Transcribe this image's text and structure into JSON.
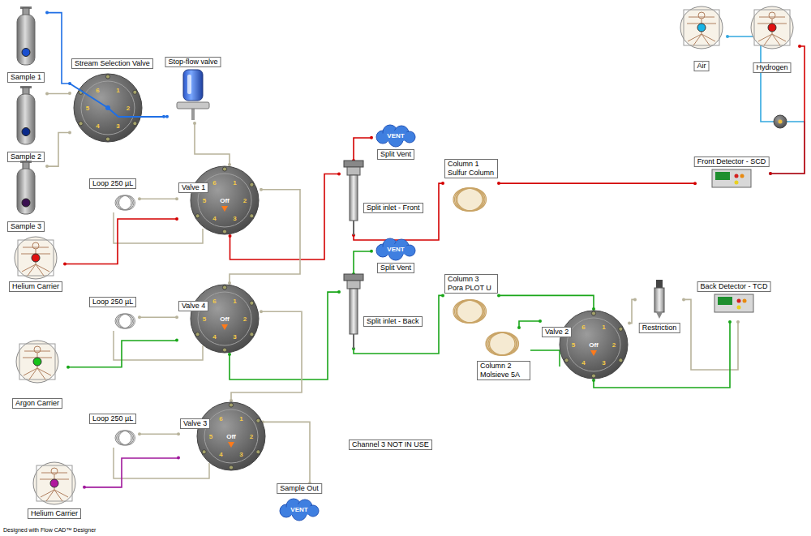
{
  "diagram": {
    "nodes": [
      {
        "text": [
          "Sample 1"
        ]
      },
      {
        "text": [
          "Stream Selection Valve",
          "1",
          "2",
          "3",
          "4",
          "5",
          "6"
        ]
      },
      {
        "text": [
          "Stop-flow valve"
        ]
      },
      {
        "text": [
          "Air"
        ]
      },
      {
        "text": [
          "Hydrogen"
        ]
      },
      {
        "text": [
          "Sample 2"
        ]
      },
      {
        "text": [
          "VENT",
          "Split Vent"
        ]
      },
      {
        "text": [
          "Split inlet - Front"
        ]
      },
      {
        "text": [
          "Column 1 Sulfur Column"
        ]
      },
      {
        "text": [
          "Front Detector - SCD"
        ]
      },
      {
        "text": [
          "Loop 250 µL"
        ]
      },
      {
        "text": [
          "Valve 1",
          "Off",
          "1",
          "2",
          "3",
          "4",
          "5",
          "6"
        ]
      },
      {
        "text": [
          "Sample 3"
        ]
      },
      {
        "text": [
          "Helium Carrier"
        ]
      },
      {
        "text": [
          "VENT",
          "Split Vent"
        ]
      },
      {
        "text": [
          "Split inlet - Back"
        ]
      },
      {
        "text": [
          "Column 3 Pora PLOT U"
        ]
      },
      {
        "text": [
          "Back Detector - TCD"
        ]
      },
      {
        "text": [
          "Restriction"
        ]
      },
      {
        "text": [
          "Loop 250 µL"
        ]
      },
      {
        "text": [
          "Valve 4",
          "Off",
          "1",
          "2",
          "3",
          "4",
          "5",
          "6"
        ]
      },
      {
        "text": [
          "Valve 2",
          "Off",
          "1",
          "2",
          "3",
          "4",
          "5",
          "6"
        ]
      },
      {
        "text": [
          "Column 2 Molsieve 5A"
        ]
      },
      {
        "text": [
          "Argon Carrier"
        ]
      },
      {
        "text": [
          "Loop 250 µL"
        ]
      },
      {
        "text": [
          "Valve 3",
          "Off",
          "1",
          "2",
          "3",
          "4",
          "5",
          "6"
        ]
      },
      {
        "text": [
          "Channel 3 NOT IN USE"
        ]
      },
      {
        "text": [
          "Helium Carrier"
        ]
      },
      {
        "text": [
          "Sample Out",
          "VENT"
        ]
      }
    ],
    "edges": [
      {
        "from": 0,
        "to": 1,
        "arrow": "none"
      },
      {
        "from": 5,
        "to": 1,
        "arrow": "none"
      },
      {
        "from": 12,
        "to": 1,
        "arrow": "none"
      },
      {
        "from": 1,
        "to": 2,
        "arrow": "none"
      },
      {
        "from": 2,
        "to": 11,
        "arrow": "none"
      },
      {
        "from": 10,
        "to": 11,
        "arrow": "none"
      },
      {
        "from": 13,
        "to": 11,
        "arrow": "none"
      },
      {
        "from": 11,
        "to": 7,
        "arrow": "none"
      },
      {
        "from": 11,
        "to": 20,
        "arrow": "none"
      },
      {
        "from": 7,
        "to": 6,
        "arrow": "none"
      },
      {
        "from": 7,
        "to": 8,
        "arrow": "none"
      },
      {
        "from": 8,
        "to": 9,
        "arrow": "none"
      },
      {
        "from": 3,
        "to": 9,
        "arrow": "none"
      },
      {
        "from": 4,
        "to": 9,
        "arrow": "none"
      },
      {
        "from": 19,
        "to": 20,
        "arrow": "none"
      },
      {
        "from": 23,
        "to": 20,
        "arrow": "none"
      },
      {
        "from": 20,
        "to": 15,
        "arrow": "none"
      },
      {
        "from": 20,
        "to": 25,
        "arrow": "none"
      },
      {
        "from": 15,
        "to": 14,
        "arrow": "none"
      },
      {
        "from": 15,
        "to": 16,
        "arrow": "none"
      },
      {
        "from": 16,
        "to": 21,
        "arrow": "none"
      },
      {
        "from": 22,
        "to": 21,
        "arrow": "none"
      },
      {
        "from": 21,
        "to": 18,
        "arrow": "none"
      },
      {
        "from": 18,
        "to": 17,
        "arrow": "none"
      },
      {
        "from": 21,
        "to": 17,
        "arrow": "none"
      },
      {
        "from": 24,
        "to": 25,
        "arrow": "none"
      },
      {
        "from": 27,
        "to": 25,
        "arrow": "none"
      },
      {
        "from": 25,
        "to": 28,
        "arrow": "none"
      }
    ],
    "labels": [
      "Designed with Flow CAD™ Designer"
    ]
  }
}
